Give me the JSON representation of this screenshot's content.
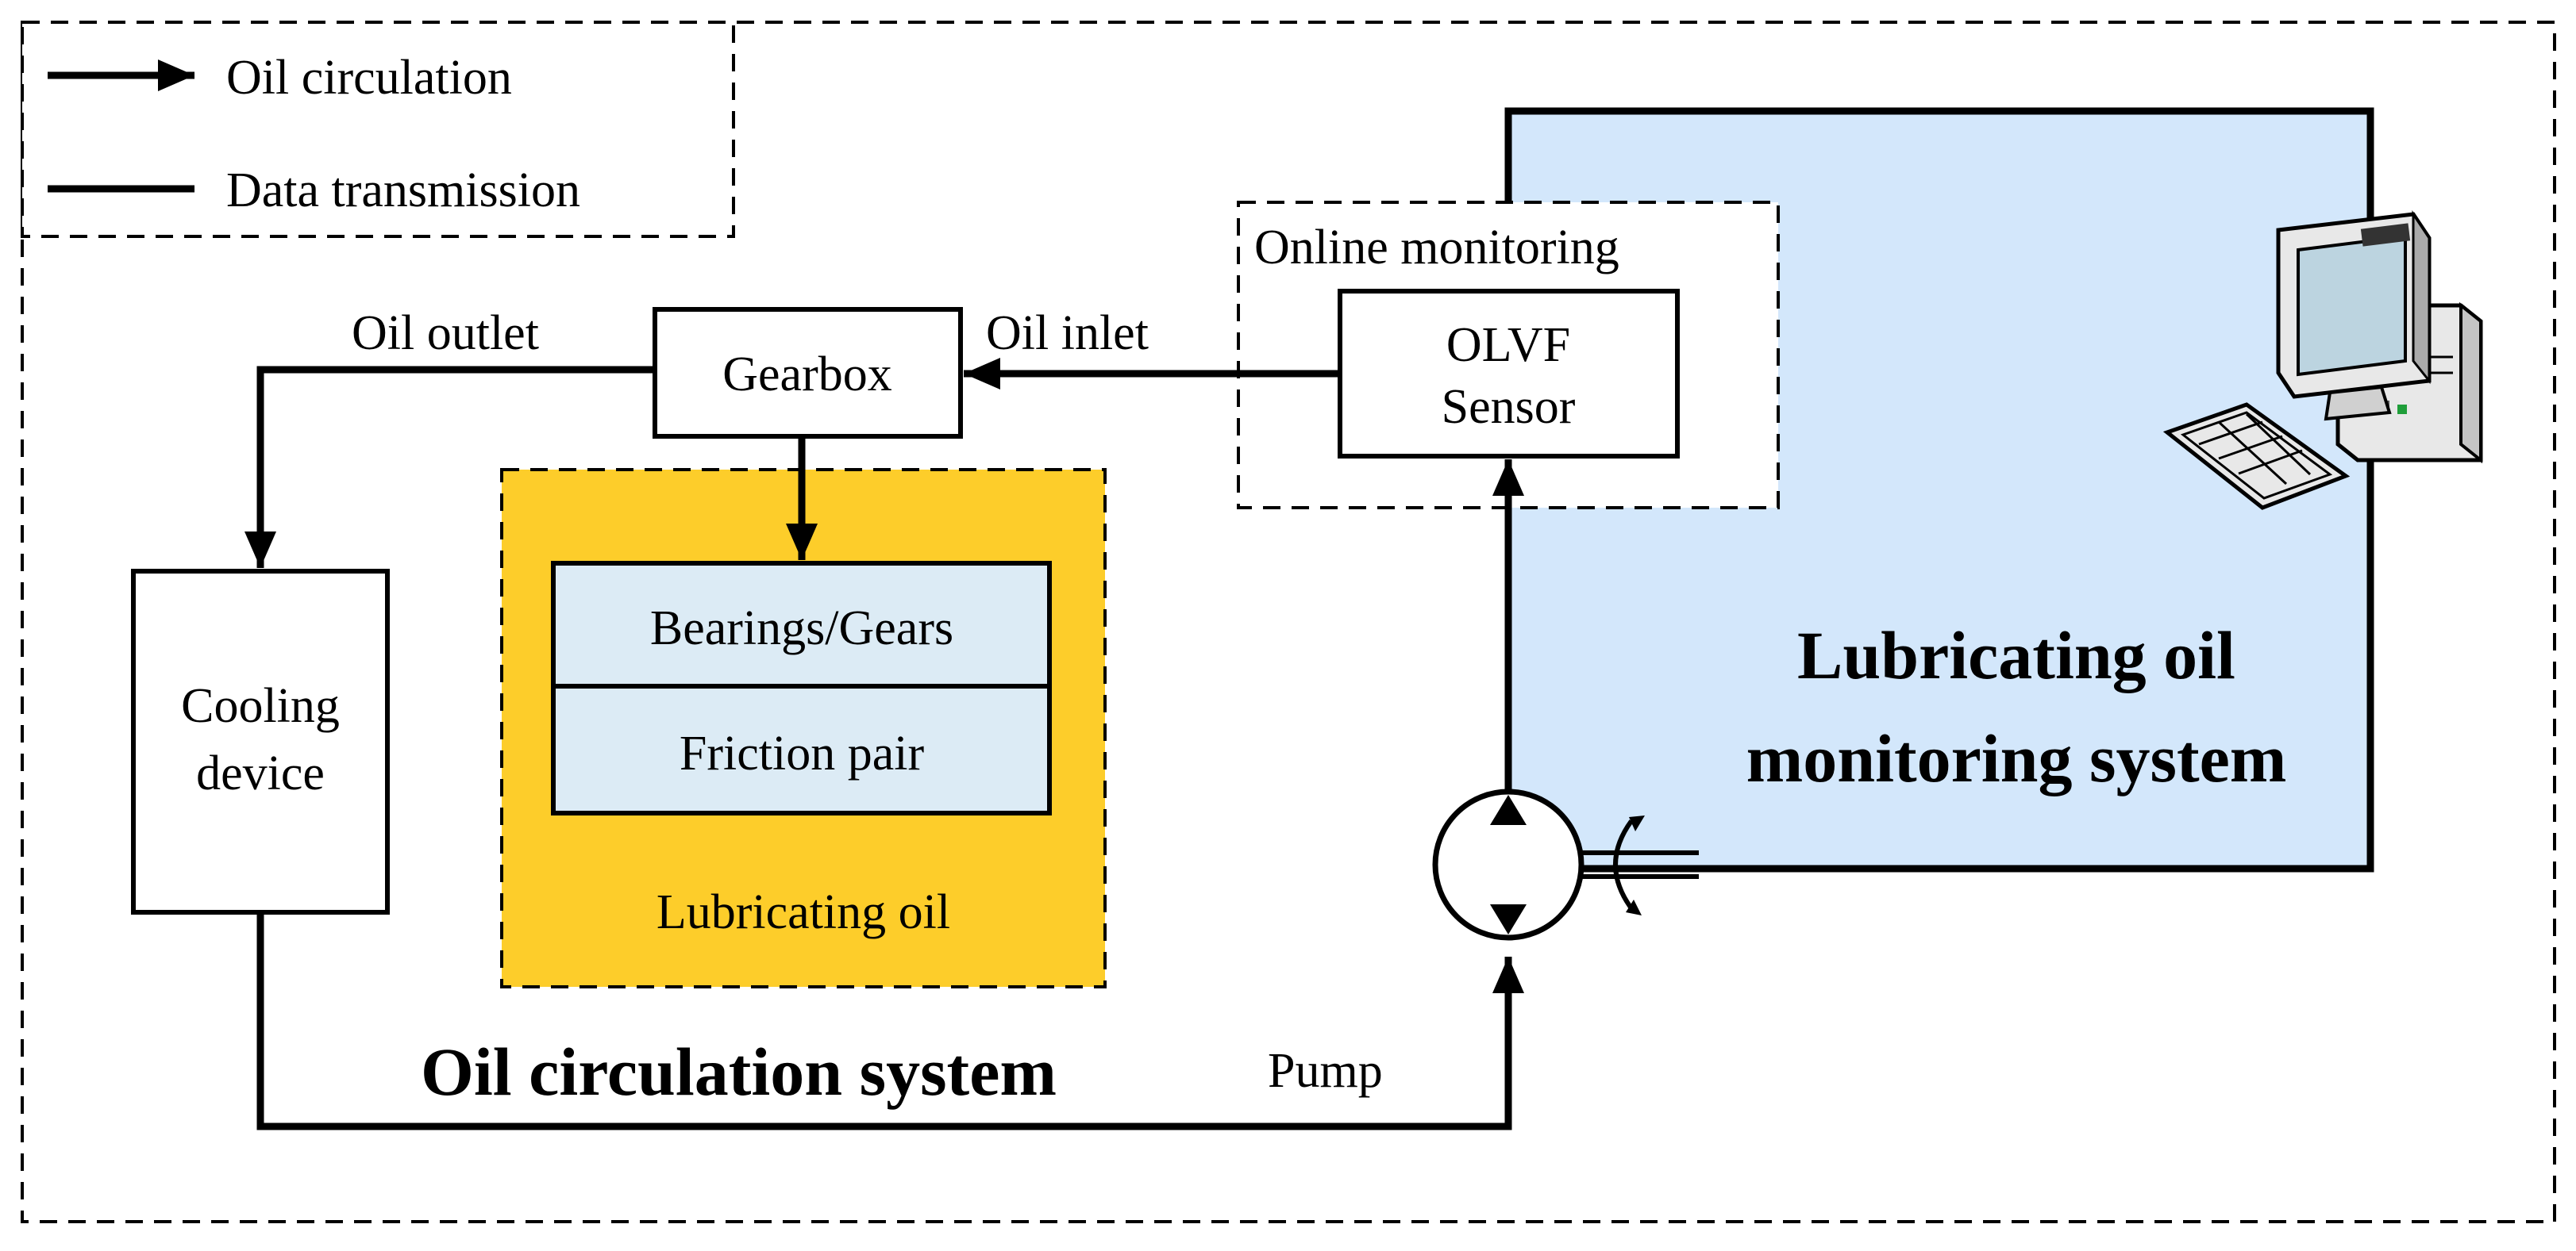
{
  "legend": {
    "arrow_label": "Oil circulation",
    "line_label": "Data transmission"
  },
  "labels": {
    "oil_outlet": "Oil outlet",
    "oil_inlet": "Oil inlet",
    "online_monitoring": "Online monitoring",
    "pump": "Pump",
    "lubricating_oil": "Lubricating oil"
  },
  "boxes": {
    "gearbox": "Gearbox",
    "sensor_line1": "OLVF",
    "sensor_line2": "Sensor",
    "cooling_line1": "Cooling",
    "cooling_line2": "device",
    "bearings": "Bearings/Gears",
    "friction": "Friction pair"
  },
  "systems": {
    "oil_circulation": "Oil circulation system",
    "monitoring_line1": "Lubricating oil",
    "monitoring_line2": "monitoring system"
  },
  "colors": {
    "monitoring_panel": "#d3e7fb",
    "lubricating_oil_area": "#fdcd2a",
    "component_fill": "#dcebf5",
    "line": "#000000"
  },
  "icons": {
    "computer": "desktop-computer-icon",
    "pump": "pump-symbol-icon"
  }
}
